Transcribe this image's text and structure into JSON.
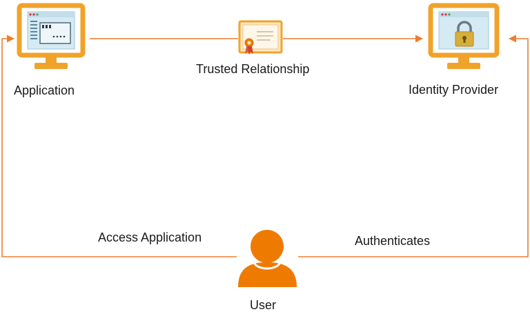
{
  "nodes": {
    "application": {
      "label": "Application",
      "icon": "application-monitor-icon"
    },
    "identity_provider": {
      "label": "Identity Provider",
      "icon": "identity-provider-lock-monitor-icon"
    },
    "user": {
      "label": "User",
      "icon": "user-person-icon"
    },
    "certificate": {
      "icon": "certificate-icon"
    }
  },
  "edges": {
    "trusted": "Trusted Relationship",
    "access": "Access Application",
    "authenticates": "Authenticates"
  },
  "colors": {
    "accent": "#f0a32a",
    "line": "#ee7d2e",
    "user": "#ee7b00",
    "screen": "#d5eaf3",
    "text": "#1a1a1a"
  }
}
